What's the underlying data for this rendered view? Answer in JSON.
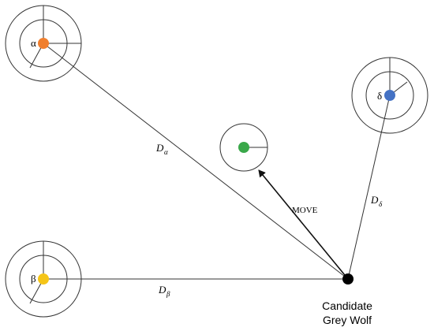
{
  "labels": {
    "alpha_symbol": "α",
    "beta_symbol": "β",
    "delta_symbol": "δ",
    "d_alpha": "D",
    "d_alpha_sub": "α",
    "d_beta": "D",
    "d_beta_sub": "β",
    "d_delta": "D",
    "d_delta_sub": "δ",
    "move": "MOVE",
    "candidate_line1": "Candidate",
    "candidate_line2": "Grey Wolf"
  },
  "colors": {
    "alpha": "#f07f2e",
    "beta": "#f5c518",
    "delta": "#4472c4",
    "new_position": "#3aa84a",
    "candidate": "#000000",
    "lines": "#333333"
  }
}
